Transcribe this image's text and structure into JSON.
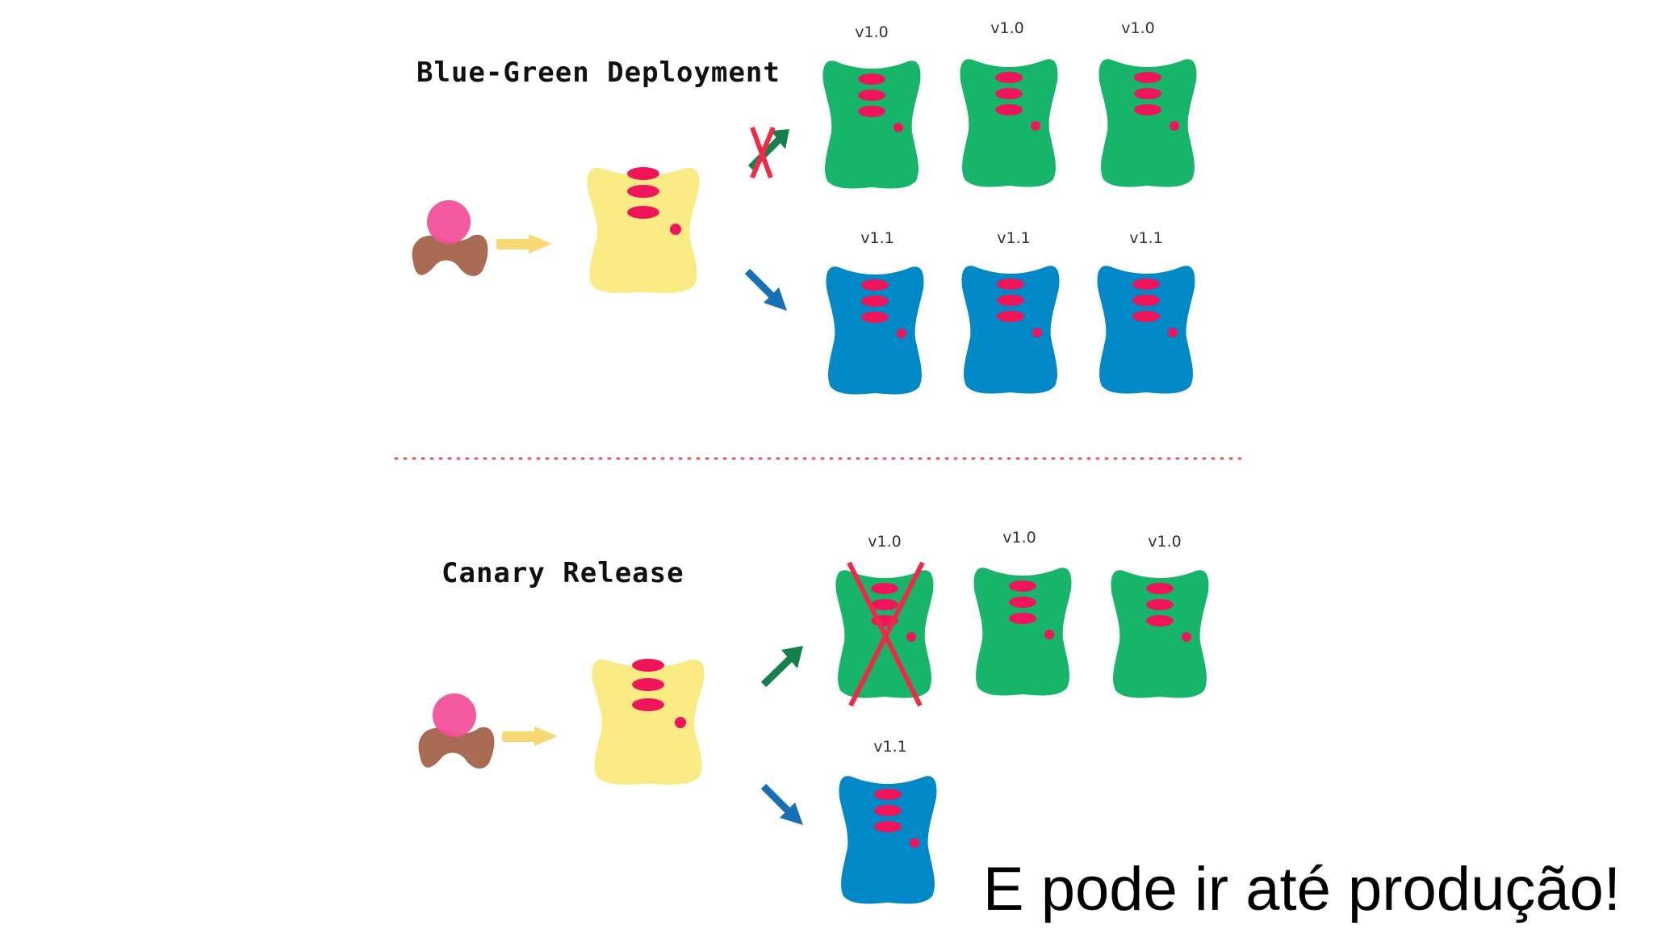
{
  "titles": {
    "blue_green": "Blue-Green Deployment",
    "canary": "Canary Release"
  },
  "caption": "E pode ir até produção!",
  "labels": {
    "bg_top": [
      "v1.0",
      "v1.0",
      "v1.0"
    ],
    "bg_bottom": [
      "v1.1",
      "v1.1",
      "v1.1"
    ],
    "canary_top": [
      "v1.0",
      "v1.0",
      "v1.0"
    ],
    "canary_bottom": "v1.1"
  },
  "colors": {
    "green": "#16b56a",
    "blue": "#0088c7",
    "yellow": "#faea84",
    "accent": "#f0145a",
    "user_head": "#f2519a",
    "user_body": "#a86a52",
    "arrow_yellow": "#f7d872",
    "arrow_green": "#16804a",
    "arrow_blue": "#1670b3",
    "cross": "#ee2a44",
    "divider": "#e25566"
  }
}
